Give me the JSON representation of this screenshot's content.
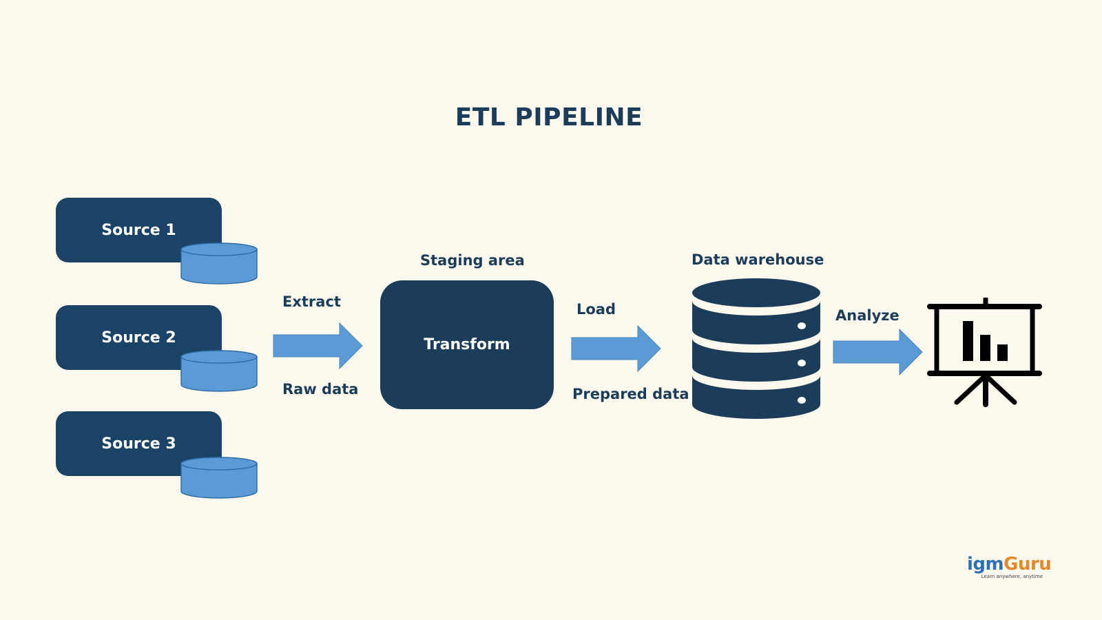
{
  "title": "ETL PIPELINE",
  "sources": [
    {
      "label": "Source 1"
    },
    {
      "label": "Source 2"
    },
    {
      "label": "Source 3"
    }
  ],
  "extract": {
    "top_label": "Extract",
    "bottom_label": "Raw data"
  },
  "staging": {
    "heading": "Staging area",
    "box_label": "Transform"
  },
  "load": {
    "top_label": "Load",
    "bottom_label": "Prepared data"
  },
  "warehouse": {
    "heading": "Data warehouse"
  },
  "analyze": {
    "label": "Analyze"
  },
  "logo": {
    "brand_part1": "igm",
    "brand_part2": "Guru",
    "tagline": "Learn anywhere, anytime"
  },
  "icons": {
    "database": "database-icon",
    "warehouse": "server-database-icon",
    "presentation": "presentation-board-chart-icon",
    "arrow": "right-arrow-icon"
  },
  "colors": {
    "background": "#fdf9ee",
    "dark_navy": "#1b3d5a",
    "arrow_blue": "#5b9bd5",
    "cylinder_blue": "#5b9bd5",
    "logo_blue": "#2f6fb5",
    "logo_orange": "#e4892b"
  }
}
